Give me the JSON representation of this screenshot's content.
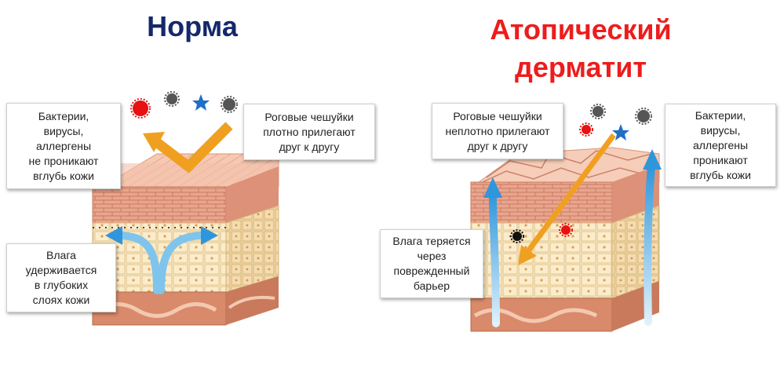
{
  "normal": {
    "title": "Норма",
    "bacteria_text": "Бактерии,\nвирусы,\nаллергены\nне проникают\nвглубь кожи",
    "scales_text": "Роговые чешуйки\nплотно прилегают\nдруг к другу",
    "moisture_text": "Влага\nудерживается\nв глубоких\nслоях кожи"
  },
  "atopic": {
    "title": "Атопический\nдерматит",
    "scales_text": "Роговые чешуйки\nнеплотно прилегают\nдруг к другу",
    "bacteria_text": "Бактерии,\nвирусы,\nаллергены\nпроникают\nвглубь кожи",
    "moisture_text": "Влага теряется\nчерез\nповрежденный\nбарьер"
  },
  "colors": {
    "title_normal": "#14286b",
    "title_atopic": "#ee1c1c",
    "arrow_orange": "#f0a020",
    "arrow_blue": "#3aa0e0",
    "skin_top": "#f2b9a0",
    "skin_mid": "#e89a80",
    "skin_fat": "#f7e6b8",
    "skin_base": "#d98a6a"
  },
  "icons": [
    "red-bacterium-icon",
    "gray-virus-icon",
    "blue-star-allergen-icon",
    "black-particle-icon"
  ]
}
